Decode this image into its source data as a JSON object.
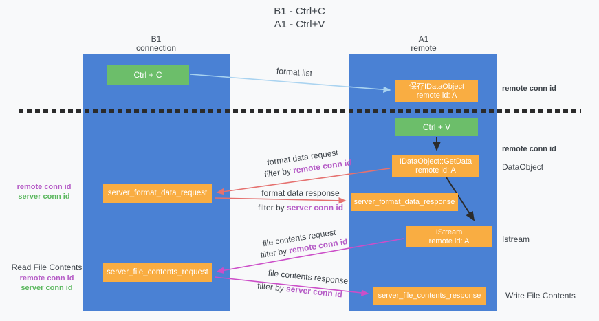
{
  "title": {
    "line1": "B1 - Ctrl+C",
    "line2": "A1 - Ctrl+V"
  },
  "lifelines": {
    "left": {
      "title": "B1",
      "subtitle": "connection"
    },
    "right": {
      "title": "A1",
      "subtitle": "remote"
    }
  },
  "boxes": {
    "ctrl_c": {
      "label": "Ctrl + C"
    },
    "ctrl_v": {
      "label": "Ctrl + V"
    },
    "save_dataobject": {
      "line1": "保存IDataObject",
      "line2": "remote id: A"
    },
    "getdata": {
      "line1": "IDataObject::GetData",
      "line2": "remote id: A"
    },
    "istream": {
      "line1": "IStream",
      "line2": "remote id: A"
    },
    "format_request": {
      "label": "server_format_data_request"
    },
    "format_response": {
      "label": "server_format_data_response"
    },
    "file_request": {
      "label": "server_file_contents_request"
    },
    "file_response": {
      "label": "server_file_contents_response"
    }
  },
  "flow_labels": {
    "format_list": "format list",
    "format_data_request": "format data request",
    "format_data_response": "format data response",
    "file_contents_request": "file contents request",
    "file_contents_response": "file contents response",
    "filter_by": "filter by",
    "remote_conn_id": "remote conn id",
    "server_conn_id": "server conn id"
  },
  "side_labels": {
    "remote_conn_id": "remote conn id",
    "server_conn_id": "server conn id",
    "dataobject": "DataObject",
    "istream": "Istream",
    "read_file_contents": "Read File Contents",
    "write_file_contents": "Write File Contents"
  },
  "colors": {
    "background": "#f8f9fa",
    "lifeline_blue": "#4a81d4",
    "box_green": "#6cbe6a",
    "box_orange": "#f9ad42",
    "arrow_lightblue": "#a9d3f0",
    "arrow_red": "#e5716f",
    "arrow_magenta": "#cc4ec8",
    "arrow_black": "#2b2b2b",
    "text_purple": "#b55bc6",
    "text_green": "#5cb85f",
    "text_dark": "#3d4349"
  }
}
